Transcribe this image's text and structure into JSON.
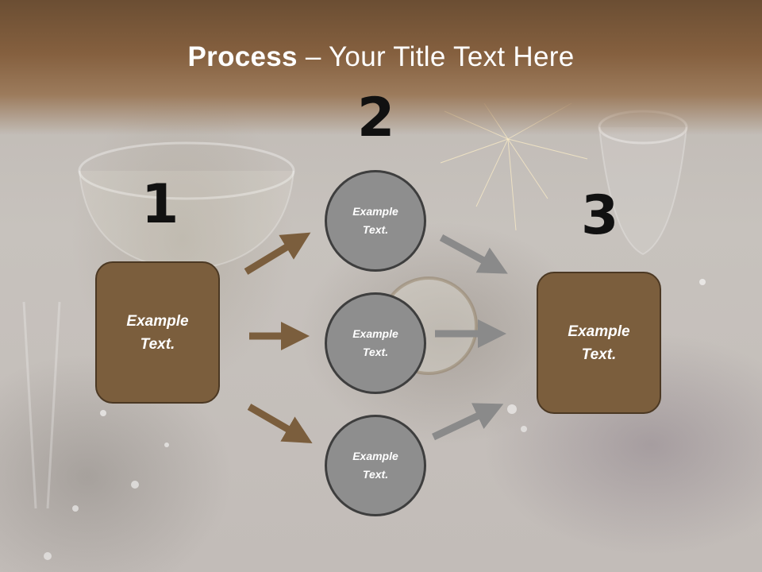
{
  "slide": {
    "title_strong": "Process",
    "title_rest": " – Your Title Text Here"
  },
  "steps": {
    "n1": "1",
    "n2": "2",
    "n3": "3"
  },
  "nodes": {
    "left": "Example\nText.",
    "mid_top": "Example\nText.",
    "mid_center": "Example\nText.",
    "mid_bottom": "Example\nText.",
    "right": "Example\nText."
  },
  "colors": {
    "header_brown": "#85603f",
    "box_fill": "#7b5e3d",
    "circle_fill": "#8e8e8e",
    "arrow_brown": "#7b5e3d",
    "arrow_gray": "#8a8a8a"
  }
}
